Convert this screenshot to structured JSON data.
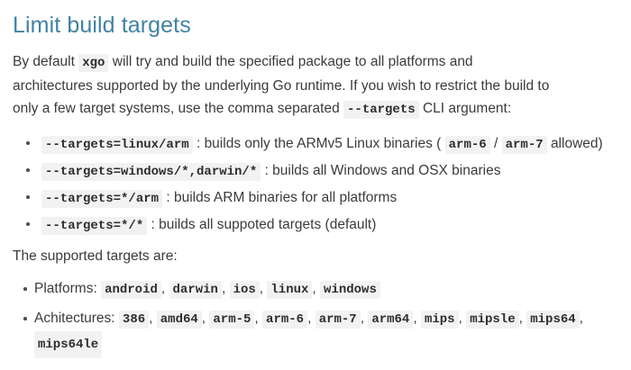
{
  "document": {
    "heading": "Limit build targets",
    "intro_paragraph": {
      "seg1": "By default",
      "code1": "xgo",
      "seg2": "will try and build the specified package to all platforms and architectures supported by the underlying Go runtime. If you wish to restrict the build to only a few target systems, use the comma separated",
      "code2": "--targets",
      "seg3": "CLI argument:"
    },
    "examples": [
      {
        "code": "--targets=linux/arm",
        "text_before": ": builds only the ARMv5 Linux binaries (",
        "inline_codes": [
          "arm-6",
          "arm-7"
        ],
        "inline_sep": "/",
        "text_after": "allowed)"
      },
      {
        "code": "--targets=windows/*,darwin/*",
        "text_before": ": builds all Windows and OSX binaries",
        "inline_codes": [],
        "inline_sep": "",
        "text_after": ""
      },
      {
        "code": "--targets=*/arm",
        "text_before": ": builds ARM binaries for all platforms",
        "inline_codes": [],
        "inline_sep": "",
        "text_after": ""
      },
      {
        "code": "--targets=*/*",
        "text_before": ": builds all suppoted targets (default)",
        "inline_codes": [],
        "inline_sep": "",
        "text_after": ""
      }
    ],
    "supported_intro": "The supported targets are:",
    "supported": [
      {
        "label": "Platforms:",
        "values": [
          "android",
          "darwin",
          "ios",
          "linux",
          "windows"
        ]
      },
      {
        "label": "Achitectures:",
        "values": [
          "386",
          "amd64",
          "arm-5",
          "arm-6",
          "arm-7",
          "arm64",
          "mips",
          "mipsle",
          "mips64",
          "mips64le"
        ]
      }
    ],
    "colors": {
      "heading": "#4182a4",
      "body_text": "#3b3b3b",
      "code_bg": "#f2f2f2",
      "code_text": "#2d2d2d",
      "page_bg": "#ffffff"
    }
  }
}
